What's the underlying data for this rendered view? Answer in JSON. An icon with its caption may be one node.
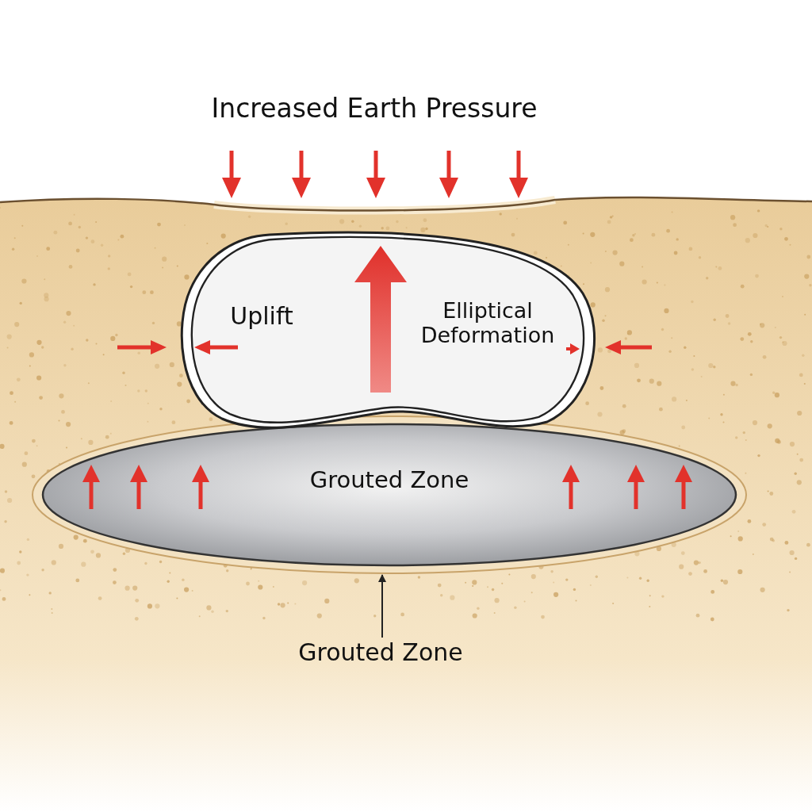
{
  "diagram": {
    "nodes": [
      {
        "text": [
          "Uplift",
          "Elliptical Deformation"
        ]
      },
      {
        "text": [
          "Grouted Zone"
        ]
      },
      {
        "text": [
          "Grouted Zone"
        ]
      }
    ],
    "edges": [
      {
        "from": 2,
        "to": 1,
        "arrow": "to"
      }
    ],
    "labels": [
      "Increased Earth Pressure"
    ]
  }
}
